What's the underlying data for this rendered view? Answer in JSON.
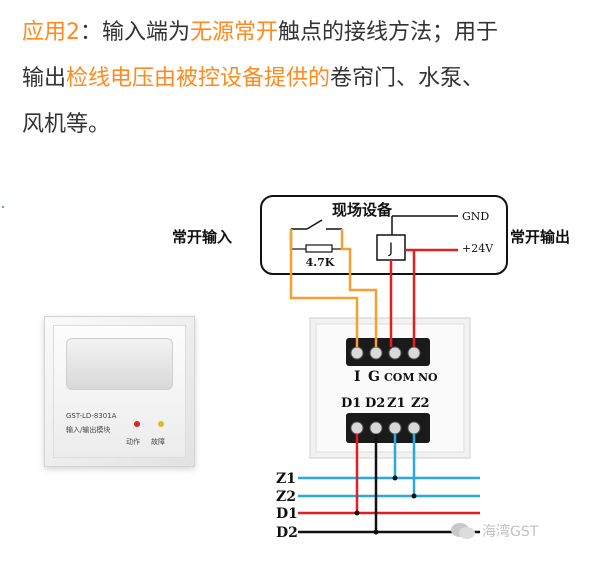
{
  "intro": {
    "p1": "应用2",
    "p2": "：输入端为",
    "p3": "无源常开",
    "p4": "触点的接线方法；用于",
    "p5": "输出",
    "p6": "检线电压由被控设备提供的",
    "p7": "卷帘门、水泵、",
    "p8": "风机等。"
  },
  "field_device": {
    "title": "现场设备",
    "resistor_label": "4.7K",
    "relay_label": "J",
    "gnd_label": "GND",
    "v24_label": "+24V"
  },
  "labels": {
    "no_input": "常开输入",
    "no_output": "常开输出"
  },
  "terminals": {
    "top": [
      "I",
      "G",
      "COM",
      "NO"
    ],
    "bottom": [
      "D1",
      "D2",
      "Z1",
      "Z2"
    ]
  },
  "bus_lines": [
    "Z1",
    "Z2",
    "D1",
    "D2"
  ],
  "module": {
    "model": "GST-LD-8301A",
    "name": "输入/输出模块",
    "led_action": "动作",
    "led_fault": "故障"
  },
  "watermark": "海湾GST",
  "colors": {
    "highlight": "#ff8a1e",
    "orange_wire": "#f5a031",
    "red_wire": "#e02020",
    "blue_wire": "#2aa8e0",
    "black_wire": "#111111"
  }
}
